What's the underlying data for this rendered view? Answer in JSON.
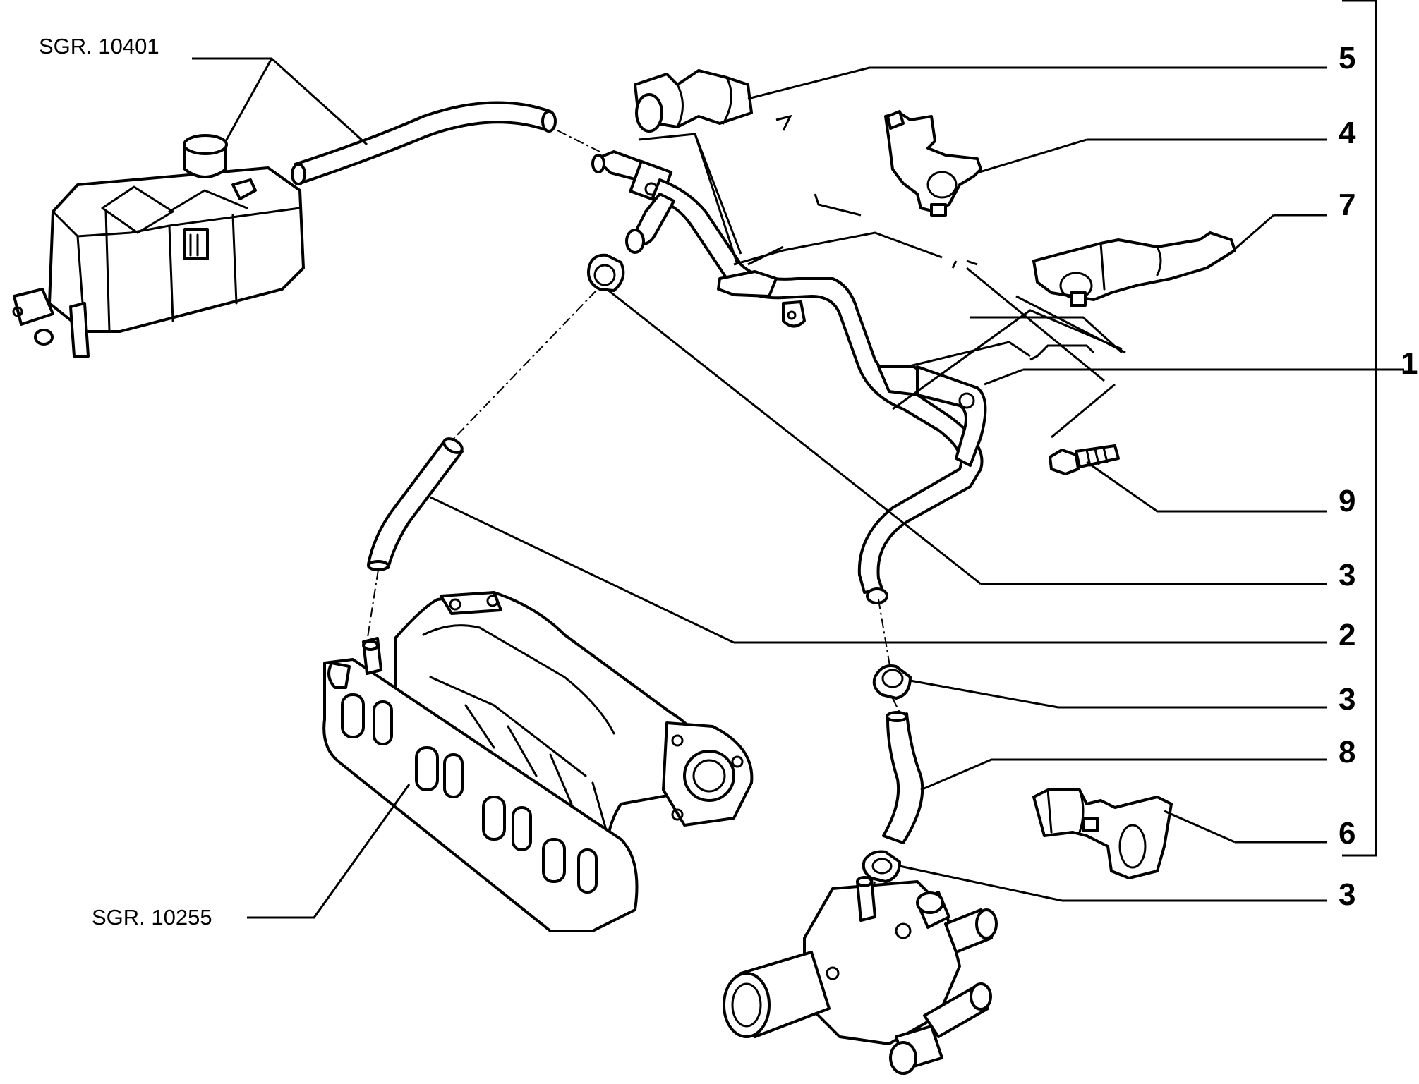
{
  "references": {
    "expansion_tank": "SGR. 10401",
    "intake_manifold": "SGR. 10255"
  },
  "callouts": {
    "c5": "5",
    "c4": "4",
    "c7": "7",
    "c1": "1",
    "c9": "9",
    "c3a": "3",
    "c2": "2",
    "c3b": "3",
    "c8": "8",
    "c6": "6",
    "c3c": "3"
  }
}
